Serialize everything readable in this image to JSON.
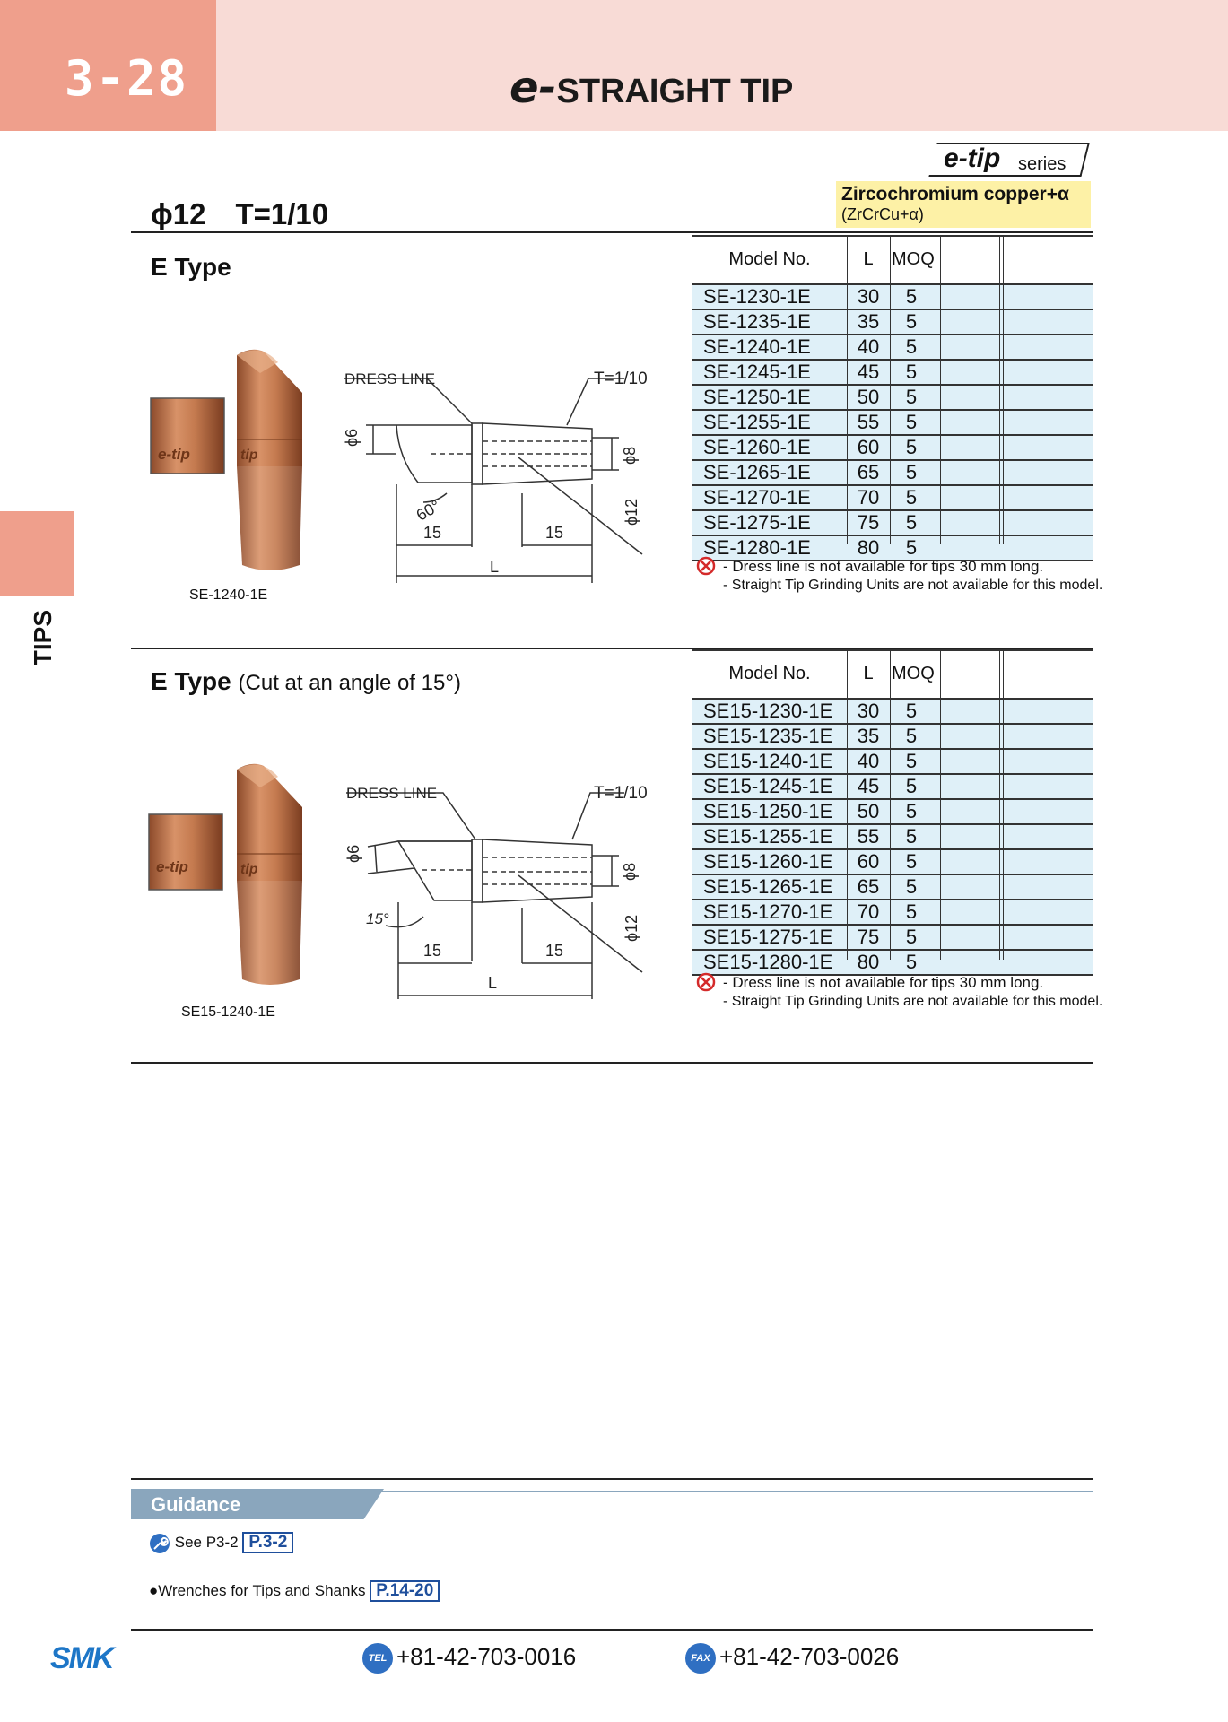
{
  "header": {
    "page_number": "3-28",
    "title_prefix": "e-",
    "title": "STRAIGHT TIP"
  },
  "side_tab": {
    "label": "TIPS"
  },
  "series": {
    "logo_text": "e-tip",
    "series_word": "series"
  },
  "material": {
    "name": "Zircochromium copper+α",
    "formula": "(ZrCrCu+α)"
  },
  "spec": {
    "label": "ϕ12  T=1/10"
  },
  "table_headers": {
    "model": "Model No.",
    "l": "L",
    "moq": "MOQ"
  },
  "section1": {
    "title": "E Type",
    "rows": [
      {
        "model": "SE-1230-1E",
        "l": "30",
        "moq": "5"
      },
      {
        "model": "SE-1235-1E",
        "l": "35",
        "moq": "5"
      },
      {
        "model": "SE-1240-1E",
        "l": "40",
        "moq": "5"
      },
      {
        "model": "SE-1245-1E",
        "l": "45",
        "moq": "5"
      },
      {
        "model": "SE-1250-1E",
        "l": "50",
        "moq": "5"
      },
      {
        "model": "SE-1255-1E",
        "l": "55",
        "moq": "5"
      },
      {
        "model": "SE-1260-1E",
        "l": "60",
        "moq": "5"
      },
      {
        "model": "SE-1265-1E",
        "l": "65",
        "moq": "5"
      },
      {
        "model": "SE-1270-1E",
        "l": "70",
        "moq": "5"
      },
      {
        "model": "SE-1275-1E",
        "l": "75",
        "moq": "5"
      },
      {
        "model": "SE-1280-1E",
        "l": "80",
        "moq": "5"
      }
    ],
    "note1": "- Dress line is not available for tips 30 mm long.",
    "note2": "- Straight Tip Grinding Units are not available for this model.",
    "photo_caption": "SE-1240-1E",
    "drawing": {
      "dress_line": "DRESS LINE",
      "taper": "T=1/10",
      "phi6": "ϕ6",
      "phi8": "ϕ8",
      "phi12": "ϕ12",
      "angle": "60°",
      "dim15a": "15",
      "dim15b": "15",
      "dimL": "L"
    },
    "tip_label": "e-tip",
    "tip_label2": "tip"
  },
  "section2": {
    "title": "E Type",
    "subtitle": "(Cut at an angle of 15°)",
    "rows": [
      {
        "model": "SE15-1230-1E",
        "l": "30",
        "moq": "5"
      },
      {
        "model": "SE15-1235-1E",
        "l": "35",
        "moq": "5"
      },
      {
        "model": "SE15-1240-1E",
        "l": "40",
        "moq": "5"
      },
      {
        "model": "SE15-1245-1E",
        "l": "45",
        "moq": "5"
      },
      {
        "model": "SE15-1250-1E",
        "l": "50",
        "moq": "5"
      },
      {
        "model": "SE15-1255-1E",
        "l": "55",
        "moq": "5"
      },
      {
        "model": "SE15-1260-1E",
        "l": "60",
        "moq": "5"
      },
      {
        "model": "SE15-1265-1E",
        "l": "65",
        "moq": "5"
      },
      {
        "model": "SE15-1270-1E",
        "l": "70",
        "moq": "5"
      },
      {
        "model": "SE15-1275-1E",
        "l": "75",
        "moq": "5"
      },
      {
        "model": "SE15-1280-1E",
        "l": "80",
        "moq": "5"
      }
    ],
    "note1": "- Dress line is not available for tips 30 mm long.",
    "note2": "- Straight Tip Grinding Units are not available for this model.",
    "photo_caption": "SE15-1240-1E",
    "drawing": {
      "dress_line": "DRESS LINE",
      "taper": "T=1/10",
      "phi6": "ϕ6",
      "phi8": "ϕ8",
      "phi12": "ϕ12",
      "angle": "15°",
      "dim15a": "15",
      "dim15b": "15",
      "dimL": "L"
    },
    "tip_label": "e-tip",
    "tip_label2": "tip"
  },
  "guidance": {
    "title": "Guidance",
    "line1_text": "See P3-2",
    "line1_link": "P.3-2",
    "line2_text": "●Wrenches for Tips and Shanks",
    "line2_link": "P.14-20"
  },
  "footer": {
    "logo": "SMK",
    "tel_icon": "TEL",
    "tel": "+81-42-703-0016",
    "fax_icon": "FAX",
    "fax": "+81-42-703-0026"
  },
  "colors": {
    "header_pink": "#f8dbd6",
    "header_salmon": "#ef9f8c",
    "table_row": "#dff0f8",
    "material_bg": "#fdf1a6",
    "brand_blue": "#1d76c7",
    "copper": "#c47a4f"
  }
}
